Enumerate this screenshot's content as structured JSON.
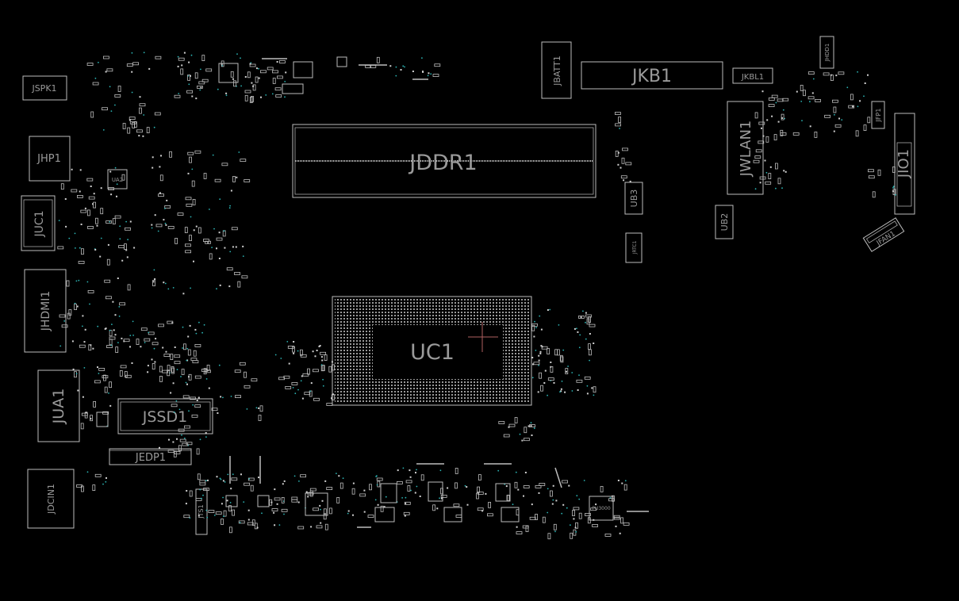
{
  "board": {
    "background": "#000000",
    "outline_color": "#bdbdbd",
    "label_color": "#9a9a9a",
    "via_color": "#2bb3b3",
    "cursor_color": "#b06060"
  },
  "components": {
    "jspk1": "JSPK1",
    "jhp1": "JHP1",
    "juc1": "JUC1",
    "jhdmi1": "JHDMI1",
    "jua1": "JUA1",
    "jssd1": "JSSD1",
    "jedp1": "JEDP1",
    "jdcin1": "JDCIN1",
    "jddr1": "JDDR1",
    "uc1": "UC1",
    "jbatt1": "JBATT1",
    "jkb1": "JKB1",
    "jkbl1": "JKBL1",
    "jhdd1": "JHDD1",
    "jwlan1": "JWLAN1",
    "ub3": "UB3",
    "ub2": "UB2",
    "jrtc1": "JRTC1",
    "jfp1": "JFP1",
    "jio1": "JIO1",
    "jfan1": "JFAN1",
    "jts1": "JTS1",
    "ua2": "UA2",
    "pu3000": "PU3000"
  }
}
